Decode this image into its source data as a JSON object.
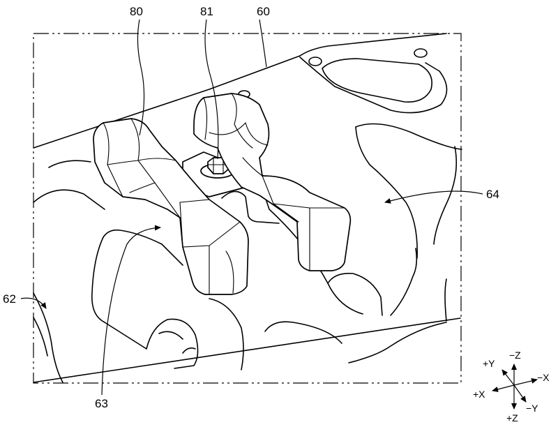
{
  "labels": {
    "l80": "80",
    "l81": "81",
    "l60": "60",
    "l64": "64",
    "l62": "62",
    "l63": "63"
  },
  "axes": {
    "plus_y": "+Y",
    "minus_z": "−Z",
    "plus_x": "+X",
    "minus_x": "−X",
    "minus_y": "−Y",
    "plus_z": "+Z"
  }
}
